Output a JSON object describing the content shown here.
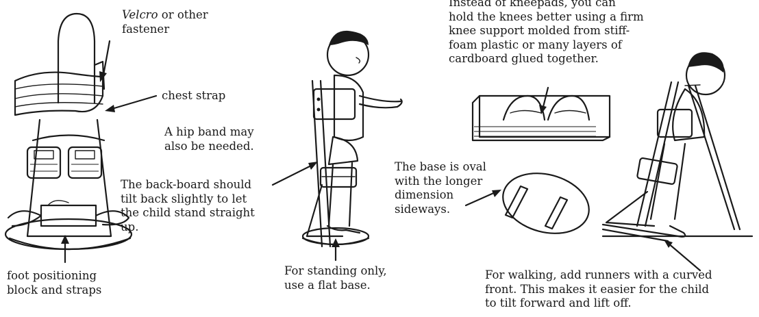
{
  "labels": {
    "velcro_word": "Velcro",
    "velcro_rest": " or other",
    "velcro_line2": "fastener",
    "chest_strap": "chest strap",
    "hip_band": [
      "A hip band may",
      "also be needed."
    ],
    "backboard": [
      "The back-board should",
      "tilt back slightly to let",
      "the child stand straight",
      "up."
    ],
    "foot_block": [
      "foot positioning",
      "block and straps"
    ],
    "standing": [
      "For standing only,",
      "use a flat base."
    ],
    "kneepads": [
      "Instead of kneepads, you can",
      "hold the knees better using a firm",
      "knee support molded from stiff-",
      "foam plastic or many layers of",
      "cardboard glued together."
    ],
    "base_oval": [
      "The base is oval",
      "with the longer",
      "dimension",
      "sideways."
    ],
    "walking": [
      "For walking, add runners with a curved",
      "front. This makes it easier for the child",
      "to tilt forward and lift off."
    ]
  }
}
